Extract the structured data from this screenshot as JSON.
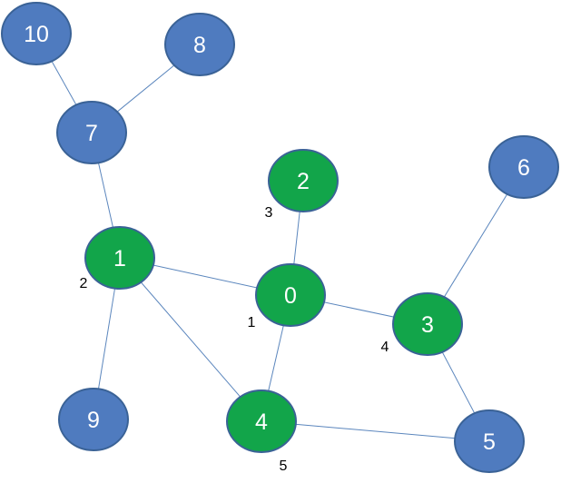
{
  "colors": {
    "blue_fill": "#4f7bbf",
    "blue_stroke": "#3a6296",
    "green_fill": "#12a54a",
    "green_stroke": "#3a6296",
    "edge": "#5b86bd"
  },
  "graph": {
    "nodes": [
      {
        "id": "10",
        "label": "10",
        "color": "blue"
      },
      {
        "id": "8",
        "label": "8",
        "color": "blue"
      },
      {
        "id": "7",
        "label": "7",
        "color": "blue"
      },
      {
        "id": "2",
        "label": "2",
        "color": "green",
        "order": "3"
      },
      {
        "id": "6",
        "label": "6",
        "color": "blue"
      },
      {
        "id": "1",
        "label": "1",
        "color": "green",
        "order": "2"
      },
      {
        "id": "0",
        "label": "0",
        "color": "green",
        "order": "1"
      },
      {
        "id": "3",
        "label": "3",
        "color": "green",
        "order": "4"
      },
      {
        "id": "9",
        "label": "9",
        "color": "blue"
      },
      {
        "id": "4",
        "label": "4",
        "color": "green",
        "order": "5"
      },
      {
        "id": "5",
        "label": "5",
        "color": "blue"
      }
    ],
    "edges": [
      [
        "10",
        "7"
      ],
      [
        "8",
        "7"
      ],
      [
        "7",
        "1"
      ],
      [
        "1",
        "0"
      ],
      [
        "1",
        "9"
      ],
      [
        "1",
        "4"
      ],
      [
        "2",
        "0"
      ],
      [
        "0",
        "3"
      ],
      [
        "0",
        "4"
      ],
      [
        "6",
        "3"
      ],
      [
        "3",
        "5"
      ],
      [
        "4",
        "5"
      ]
    ]
  }
}
